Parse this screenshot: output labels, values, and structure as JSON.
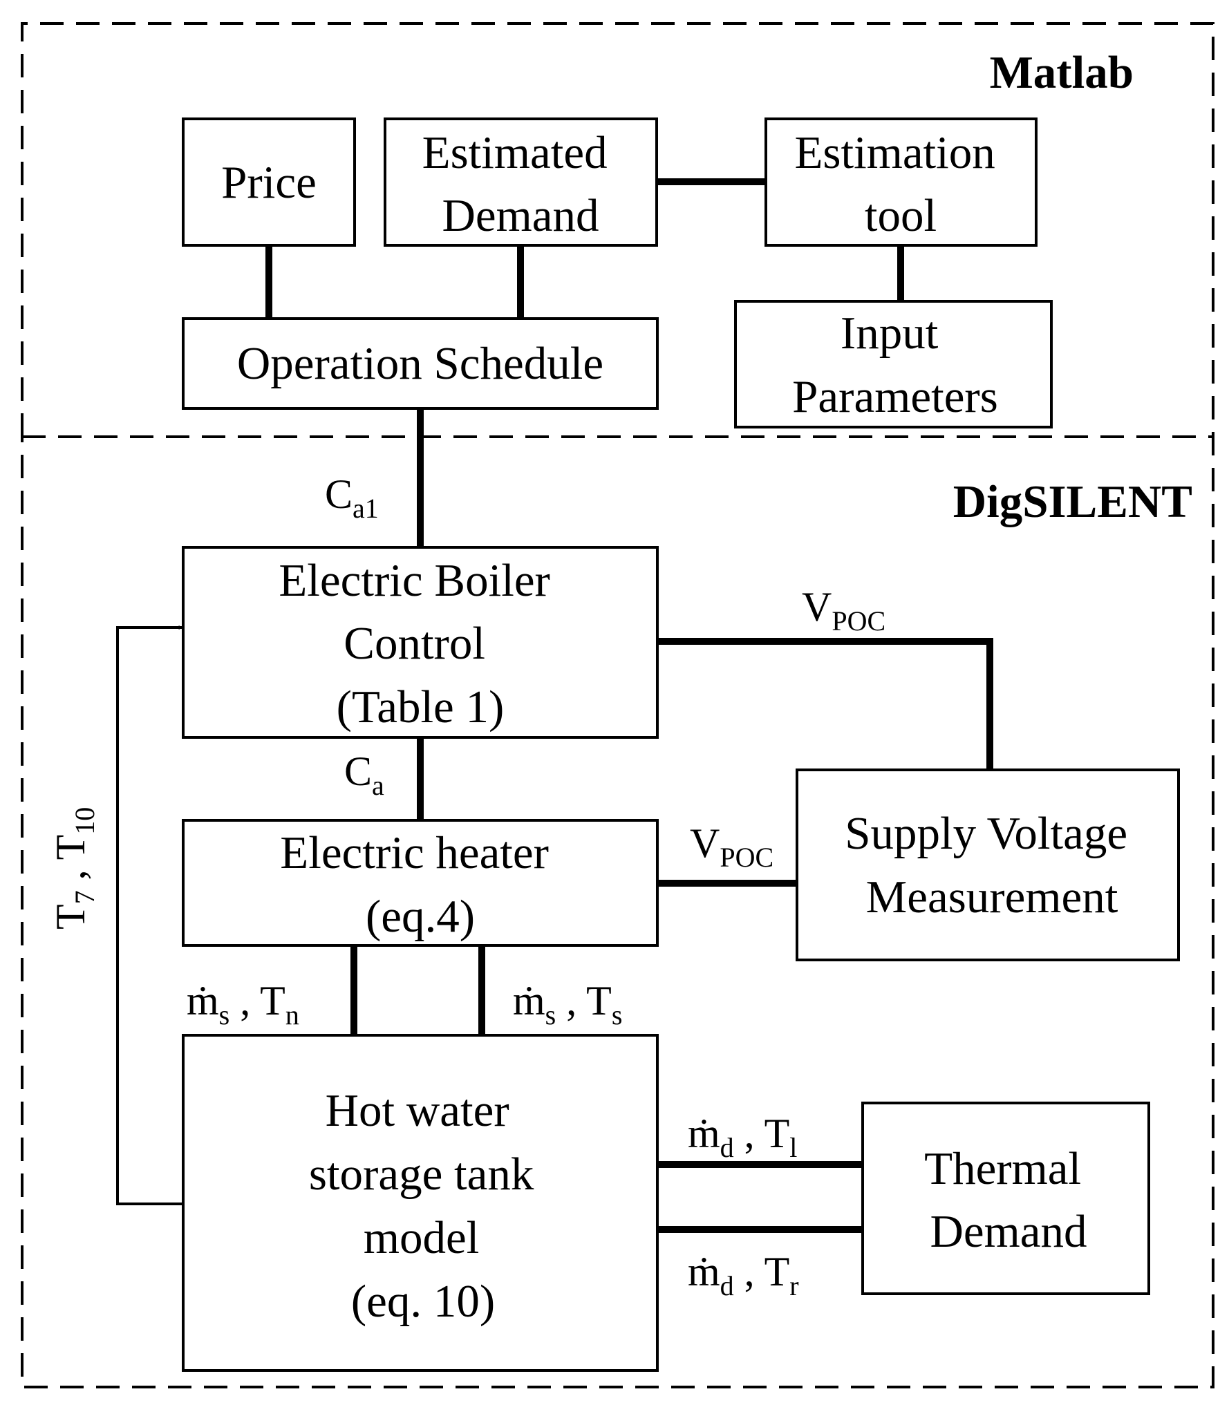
{
  "sections": {
    "matlab": "Matlab",
    "digsilent": "DigSILENT"
  },
  "boxes": {
    "price": [
      "Price"
    ],
    "estimated_demand": [
      "Estimated",
      "Demand"
    ],
    "estimation_tool": [
      "Estimation",
      "tool"
    ],
    "input_parameters": [
      "Input",
      "Parameters"
    ],
    "operation_schedule": [
      "Operation Schedule"
    ],
    "boiler_control": [
      "Electric Boiler",
      "Control",
      "(Table 1)"
    ],
    "electric_heater": [
      "Electric heater",
      "(eq.4)"
    ],
    "supply_voltage": [
      "Supply Voltage",
      "Measurement"
    ],
    "storage_tank": [
      "Hot water",
      "storage tank",
      "model",
      "(eq. 10)"
    ],
    "thermal_demand": [
      "Thermal",
      "Demand"
    ]
  },
  "signals": {
    "ca1": {
      "main": "C",
      "sub": "a1"
    },
    "ca": {
      "main": "C",
      "sub": "a"
    },
    "vpoc_control": {
      "main": "V",
      "sub": "POC"
    },
    "vpoc_heater": {
      "main": "V",
      "sub": "POC"
    },
    "feedback": {
      "m1": "T",
      "s1": "7",
      "sep": " , ",
      "m2": "T",
      "s2": "10"
    },
    "tank_to_heater": {
      "m1": "ṁ",
      "s1": "s",
      "sep": " , ",
      "m2": "T",
      "s2": "n"
    },
    "heater_to_tank": {
      "m1": "ṁ",
      "s1": "s",
      "sep": " , ",
      "m2": "T",
      "s2": "s"
    },
    "tank_to_demand": {
      "m1": "ṁ",
      "s1": "d",
      "sep": " , ",
      "m2": "T",
      "s2": "l"
    },
    "demand_to_tank": {
      "m1": "ṁ",
      "s1": "d",
      "sep": " , ",
      "m2": "T",
      "s2": "r"
    }
  }
}
